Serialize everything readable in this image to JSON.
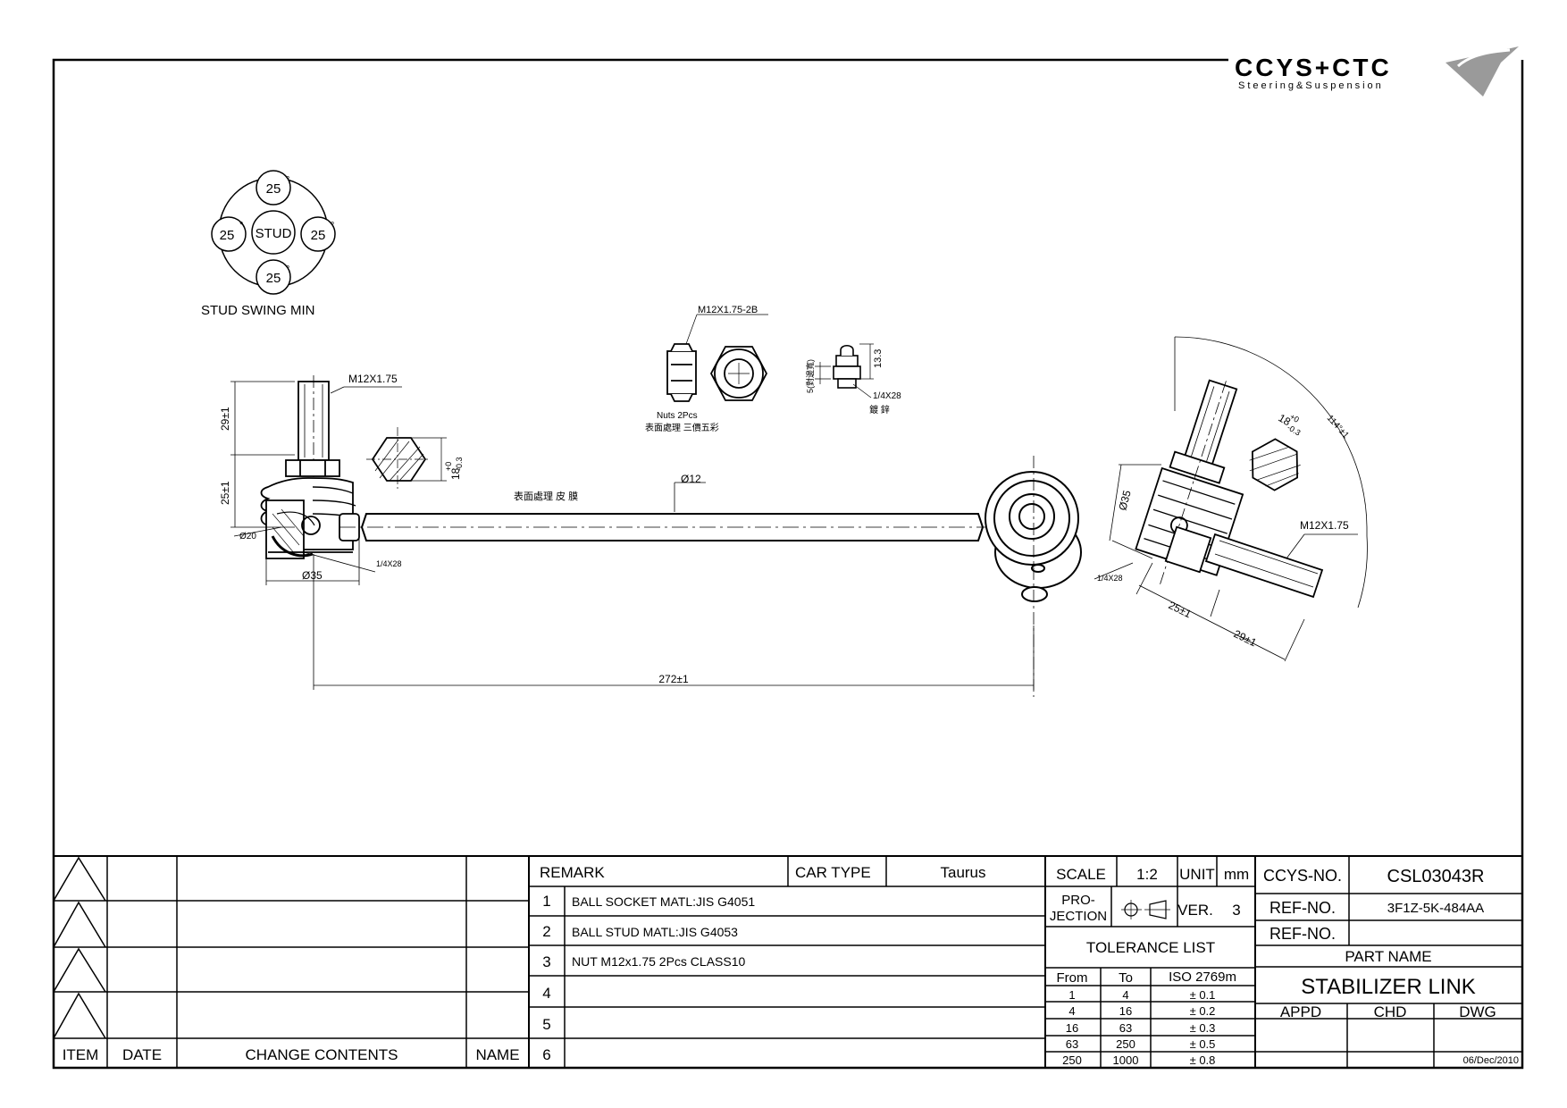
{
  "brand": {
    "name": "CCYS+CTC",
    "tagline": "Steering&Suspension",
    "logo_color": "#8a8a8a"
  },
  "stud_swing": {
    "label": "STUD SWING MIN",
    "center": "STUD",
    "angle": "25",
    "degree": "°"
  },
  "callouts": {
    "thread_left": "M12X1.75",
    "thread_right": "M12X1.75",
    "nut_thread": "M12X1.75-2B",
    "nuts_note": "Nuts 2Pcs",
    "nuts_finish": "表面處理 三價五彩",
    "grease_fitting": "1/4X28",
    "grease_finish": "鍍 鋅",
    "grease_height": "13.3",
    "grease_side": "5(對邊寬)",
    "fitting_left": "1/4X28",
    "fitting_right": "1/4X28",
    "rod_finish": "表面處理 皮 膜",
    "rod_dia": "Ø12",
    "length": "272±1",
    "dia20": "Ø20",
    "dia35_left": "Ø35",
    "dia35_right": "Ø35",
    "h29_left": "29±1",
    "h25_left": "25±1",
    "flat_left": "18+0\n-0.3",
    "flat_left_main": "18",
    "flat_left_tol_up": "+0",
    "flat_left_tol_dn": "-0.3",
    "flat_right_main": "18",
    "flat_right_tol_up": "+0",
    "flat_right_tol_dn": "-0.3",
    "r25": "25±1",
    "r29": "29±1",
    "arc": "114°±1"
  },
  "revisions": {
    "headers": {
      "item": "ITEM",
      "date": "DATE",
      "change": "CHANGE CONTENTS",
      "name": "NAME"
    }
  },
  "remarks": {
    "header": "REMARK",
    "car_type_label": "CAR TYPE",
    "car_type": "Taurus",
    "rows": [
      {
        "no": "1",
        "text": "BALL SOCKET MATL:JIS G4051"
      },
      {
        "no": "2",
        "text": "BALL STUD MATL:JIS G4053"
      },
      {
        "no": "3",
        "text": "NUT M12x1.75 2Pcs CLASS10"
      },
      {
        "no": "4",
        "text": ""
      },
      {
        "no": "5",
        "text": ""
      },
      {
        "no": "6",
        "text": ""
      }
    ]
  },
  "spec": {
    "scale_label": "SCALE",
    "scale": "1:2",
    "unit_label": "UNIT",
    "unit": "mm",
    "projection_label_1": "PRO-",
    "projection_label_2": "JECTION",
    "ver_label": "VER.",
    "ver": "3",
    "tolerance_title": "TOLERANCE LIST",
    "tol_headers": {
      "from": "From",
      "to": "To",
      "iso": "ISO 2769m"
    },
    "tolerances": [
      {
        "from": "1",
        "to": "4",
        "tol": "± 0.1"
      },
      {
        "from": "4",
        "to": "16",
        "tol": "± 0.2"
      },
      {
        "from": "16",
        "to": "63",
        "tol": "± 0.3"
      },
      {
        "from": "63",
        "to": "250",
        "tol": "± 0.5"
      },
      {
        "from": "250",
        "to": "1000",
        "tol": "± 0.8"
      }
    ]
  },
  "title_block": {
    "ccys_no_label": "CCYS-NO.",
    "ccys_no": "CSL03043R",
    "ref_no_label": "REF-NO.",
    "ref_no": "3F1Z-5K-484AA",
    "ref_no2_label": "REF-NO.",
    "ref_no2": "",
    "part_name_label": "PART NAME",
    "part_name": "STABILIZER LINK",
    "appd": "APPD",
    "chd": "CHD",
    "dwg": "DWG",
    "date": "06/Dec/2010"
  }
}
